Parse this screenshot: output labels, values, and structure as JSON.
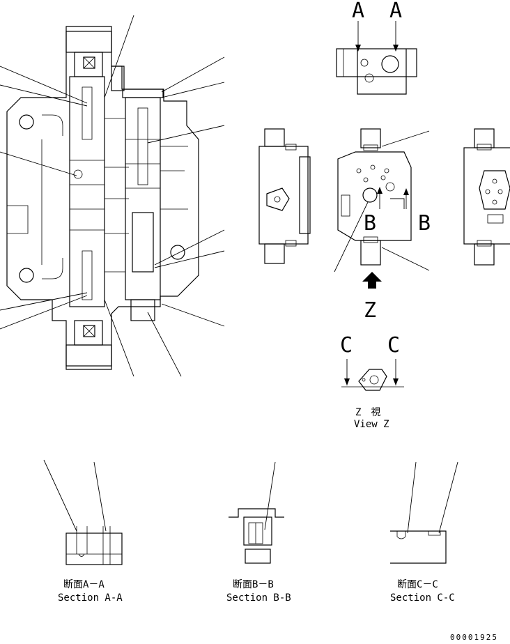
{
  "labels": {
    "arrow_a": "A",
    "arrow_b": "B",
    "arrow_c": "C",
    "view_z_letter": "Z",
    "view_z_jp": "Z　視",
    "view_z_en": "View Z",
    "section_aa_jp": "断面A－A",
    "section_aa_en": "Section A-A",
    "section_bb_jp": "断面B－B",
    "section_bb_en": "Section B-B",
    "section_cc_jp": "断面C－C",
    "section_cc_en": "Section C-C",
    "drawing_number": "00001925"
  },
  "colors": {
    "line": "#000000",
    "background": "#ffffff"
  }
}
